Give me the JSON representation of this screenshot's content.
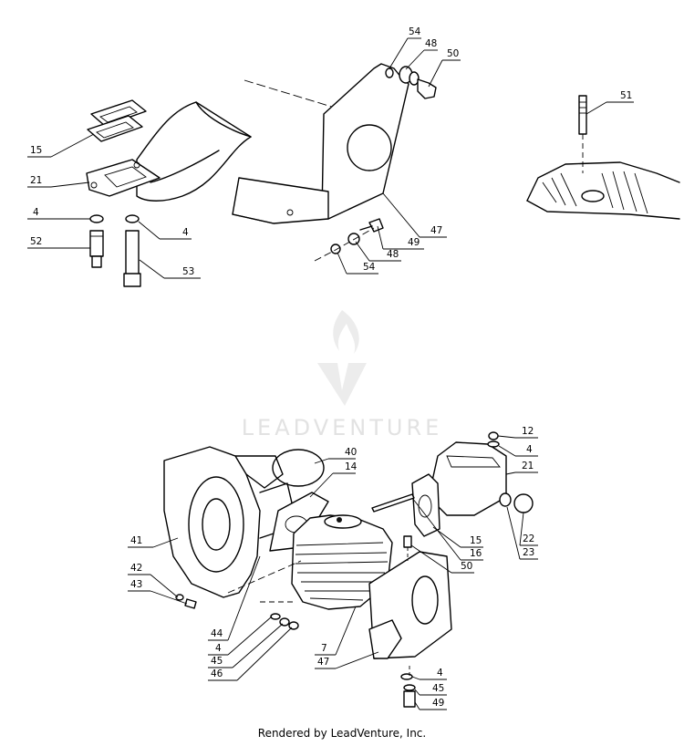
{
  "watermark": {
    "text": "LEADVENTURE"
  },
  "footer": {
    "text": "Rendered by LeadVenture, Inc."
  },
  "callouts": [
    {
      "id": "c54a",
      "text": "54"
    },
    {
      "id": "c48a",
      "text": "48"
    },
    {
      "id": "c50a",
      "text": "50"
    },
    {
      "id": "c51",
      "text": "51"
    },
    {
      "id": "c15a",
      "text": "15"
    },
    {
      "id": "c21a",
      "text": "21"
    },
    {
      "id": "c4a",
      "text": "4"
    },
    {
      "id": "c4b",
      "text": "4"
    },
    {
      "id": "c52",
      "text": "52"
    },
    {
      "id": "c53",
      "text": "53"
    },
    {
      "id": "c47a",
      "text": "47"
    },
    {
      "id": "c49a",
      "text": "49"
    },
    {
      "id": "c48b",
      "text": "48"
    },
    {
      "id": "c54b",
      "text": "54"
    },
    {
      "id": "c12",
      "text": "12"
    },
    {
      "id": "c4c",
      "text": "4"
    },
    {
      "id": "c21b",
      "text": "21"
    },
    {
      "id": "c40",
      "text": "40"
    },
    {
      "id": "c14",
      "text": "14"
    },
    {
      "id": "c41",
      "text": "41"
    },
    {
      "id": "c22",
      "text": "22"
    },
    {
      "id": "c23",
      "text": "23"
    },
    {
      "id": "c15b",
      "text": "15"
    },
    {
      "id": "c16",
      "text": "16"
    },
    {
      "id": "c50b",
      "text": "50"
    },
    {
      "id": "c42",
      "text": "42"
    },
    {
      "id": "c43",
      "text": "43"
    },
    {
      "id": "c44",
      "text": "44"
    },
    {
      "id": "c4d",
      "text": "4"
    },
    {
      "id": "c45a",
      "text": "45"
    },
    {
      "id": "c46",
      "text": "46"
    },
    {
      "id": "c7",
      "text": "7"
    },
    {
      "id": "c47b",
      "text": "47"
    },
    {
      "id": "c4e",
      "text": "4"
    },
    {
      "id": "c45b",
      "text": "45"
    },
    {
      "id": "c49b",
      "text": "49"
    }
  ]
}
